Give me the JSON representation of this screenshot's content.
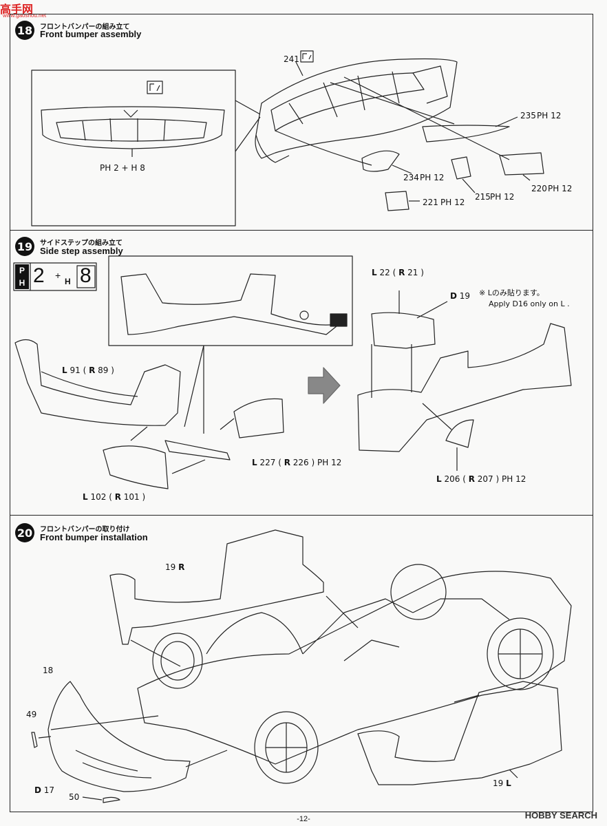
{
  "watermark": {
    "top": "高手网",
    "sub": "www.gaoshou.net",
    "bottom": "HOBBY SEARCH"
  },
  "page_number": "-12-",
  "steps": [
    {
      "number": "18",
      "title_jp": "フロントバンパーの組み立て",
      "title_en": "Front bumper assembly"
    },
    {
      "number": "19",
      "title_jp": "サイドステップの組み立て",
      "title_en": "Side step assembly"
    },
    {
      "number": "20",
      "title_jp": "フロントバンパーの取り付け",
      "title_en": "Front bumper installation"
    }
  ],
  "step18": {
    "inset_label": "PH 2 + H 8",
    "parts": [
      "241",
      "235",
      "234",
      "215",
      "220",
      "221"
    ],
    "finish": "PH 12"
  },
  "step19": {
    "paint_box": {
      "p": "P",
      "h": "H",
      "a": "2",
      "plus": "+",
      "h2": "H",
      "b": "8"
    },
    "labels": [
      {
        "side_l": "L",
        "num_l": "91",
        "side_r": "R",
        "num_r": "89"
      },
      {
        "side_l": "L",
        "num_l": "102",
        "side_r": "R",
        "num_r": "101"
      },
      {
        "side_l": "L",
        "num_l": "227",
        "side_r": "R",
        "num_r": "226",
        "finish": "PH 12"
      },
      {
        "side_l": "L",
        "num_l": "22",
        "side_r": "R",
        "num_r": "21"
      },
      {
        "side_l": "L",
        "num_l": "206",
        "side_r": "R",
        "num_r": "207",
        "finish": "PH 12"
      }
    ],
    "decal": {
      "code": "D",
      "num": "19",
      "note_jp": "※ Lのみ貼ります。",
      "note_en": "Apply D16 only on L ."
    }
  },
  "step20": {
    "labels": [
      {
        "num": "19",
        "side": "R"
      },
      {
        "num": "18",
        "side": ""
      },
      {
        "num": "49",
        "side": ""
      },
      {
        "num": "D",
        "side": "17"
      },
      {
        "num": "50",
        "side": ""
      },
      {
        "num": "19",
        "side": "L"
      }
    ]
  }
}
